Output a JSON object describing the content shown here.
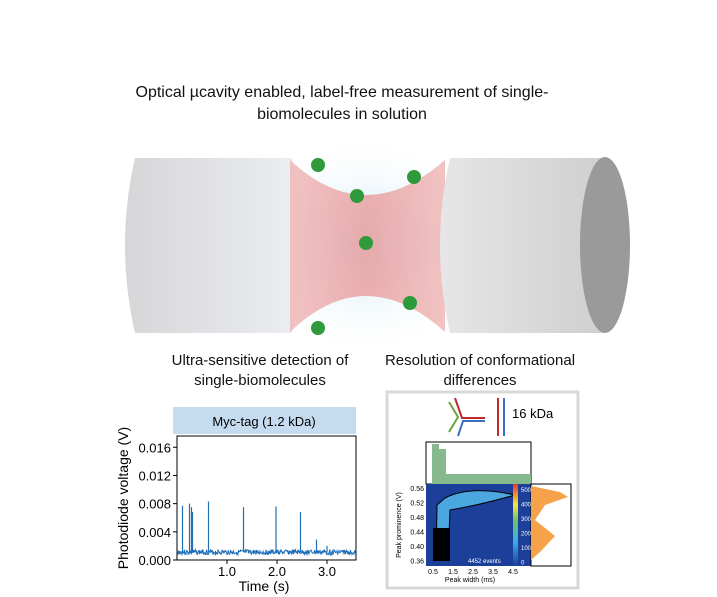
{
  "title": "Optical µcavity enabled, label-free measurement of single-biomolecules in solution",
  "caption_left": "Ultra-sensitive detection of single-biomolecules",
  "caption_right": "Resolution of conformational differences",
  "colors": {
    "trace": "#1f6fb8",
    "header": "#c5dbef",
    "map_bg": "#1c3f9a",
    "hist_top": "#86b98d",
    "hist_right": "#f5a24a",
    "protein": "#2e9a3c"
  },
  "chart_data": {
    "type": "line",
    "title": "Myc-tag (1.2 kDa)",
    "xlabel": "Time (s)",
    "ylabel": "Photodiode voltage (V)",
    "xlim": [
      0,
      3.58
    ],
    "ylim": [
      0,
      0.0176
    ],
    "xticks": [
      "1.0",
      "2.0",
      "3.0"
    ],
    "yticks": [
      "0.000",
      "0.004",
      "0.008",
      "0.012",
      "0.016"
    ],
    "baseline": 0.0011,
    "spikes": [
      {
        "t": 0.11,
        "v": 0.0077
      },
      {
        "t": 0.25,
        "v": 0.008
      },
      {
        "t": 0.29,
        "v": 0.0075
      },
      {
        "t": 0.31,
        "v": 0.0068
      },
      {
        "t": 0.63,
        "v": 0.0083
      },
      {
        "t": 1.33,
        "v": 0.0075
      },
      {
        "t": 1.98,
        "v": 0.0076
      },
      {
        "t": 2.47,
        "v": 0.0068
      },
      {
        "t": 2.79,
        "v": 0.0029
      },
      {
        "t": 3.0,
        "v": 0.002
      }
    ]
  },
  "inset": {
    "mass_label": "16 kDa",
    "xlabel": "Peak width (ms)",
    "ylabel": "Peak prominence (V)",
    "xticks": [
      "0.5",
      "1.5",
      "2.5",
      "3.5",
      "4.5"
    ],
    "yticks": [
      "0.56",
      "0.52",
      "0.48",
      "0.44",
      "0.40",
      "0.36"
    ],
    "colorbar_ticks": [
      "500",
      "400",
      "300",
      "200",
      "100",
      "0"
    ],
    "events_label": "4452 events"
  }
}
